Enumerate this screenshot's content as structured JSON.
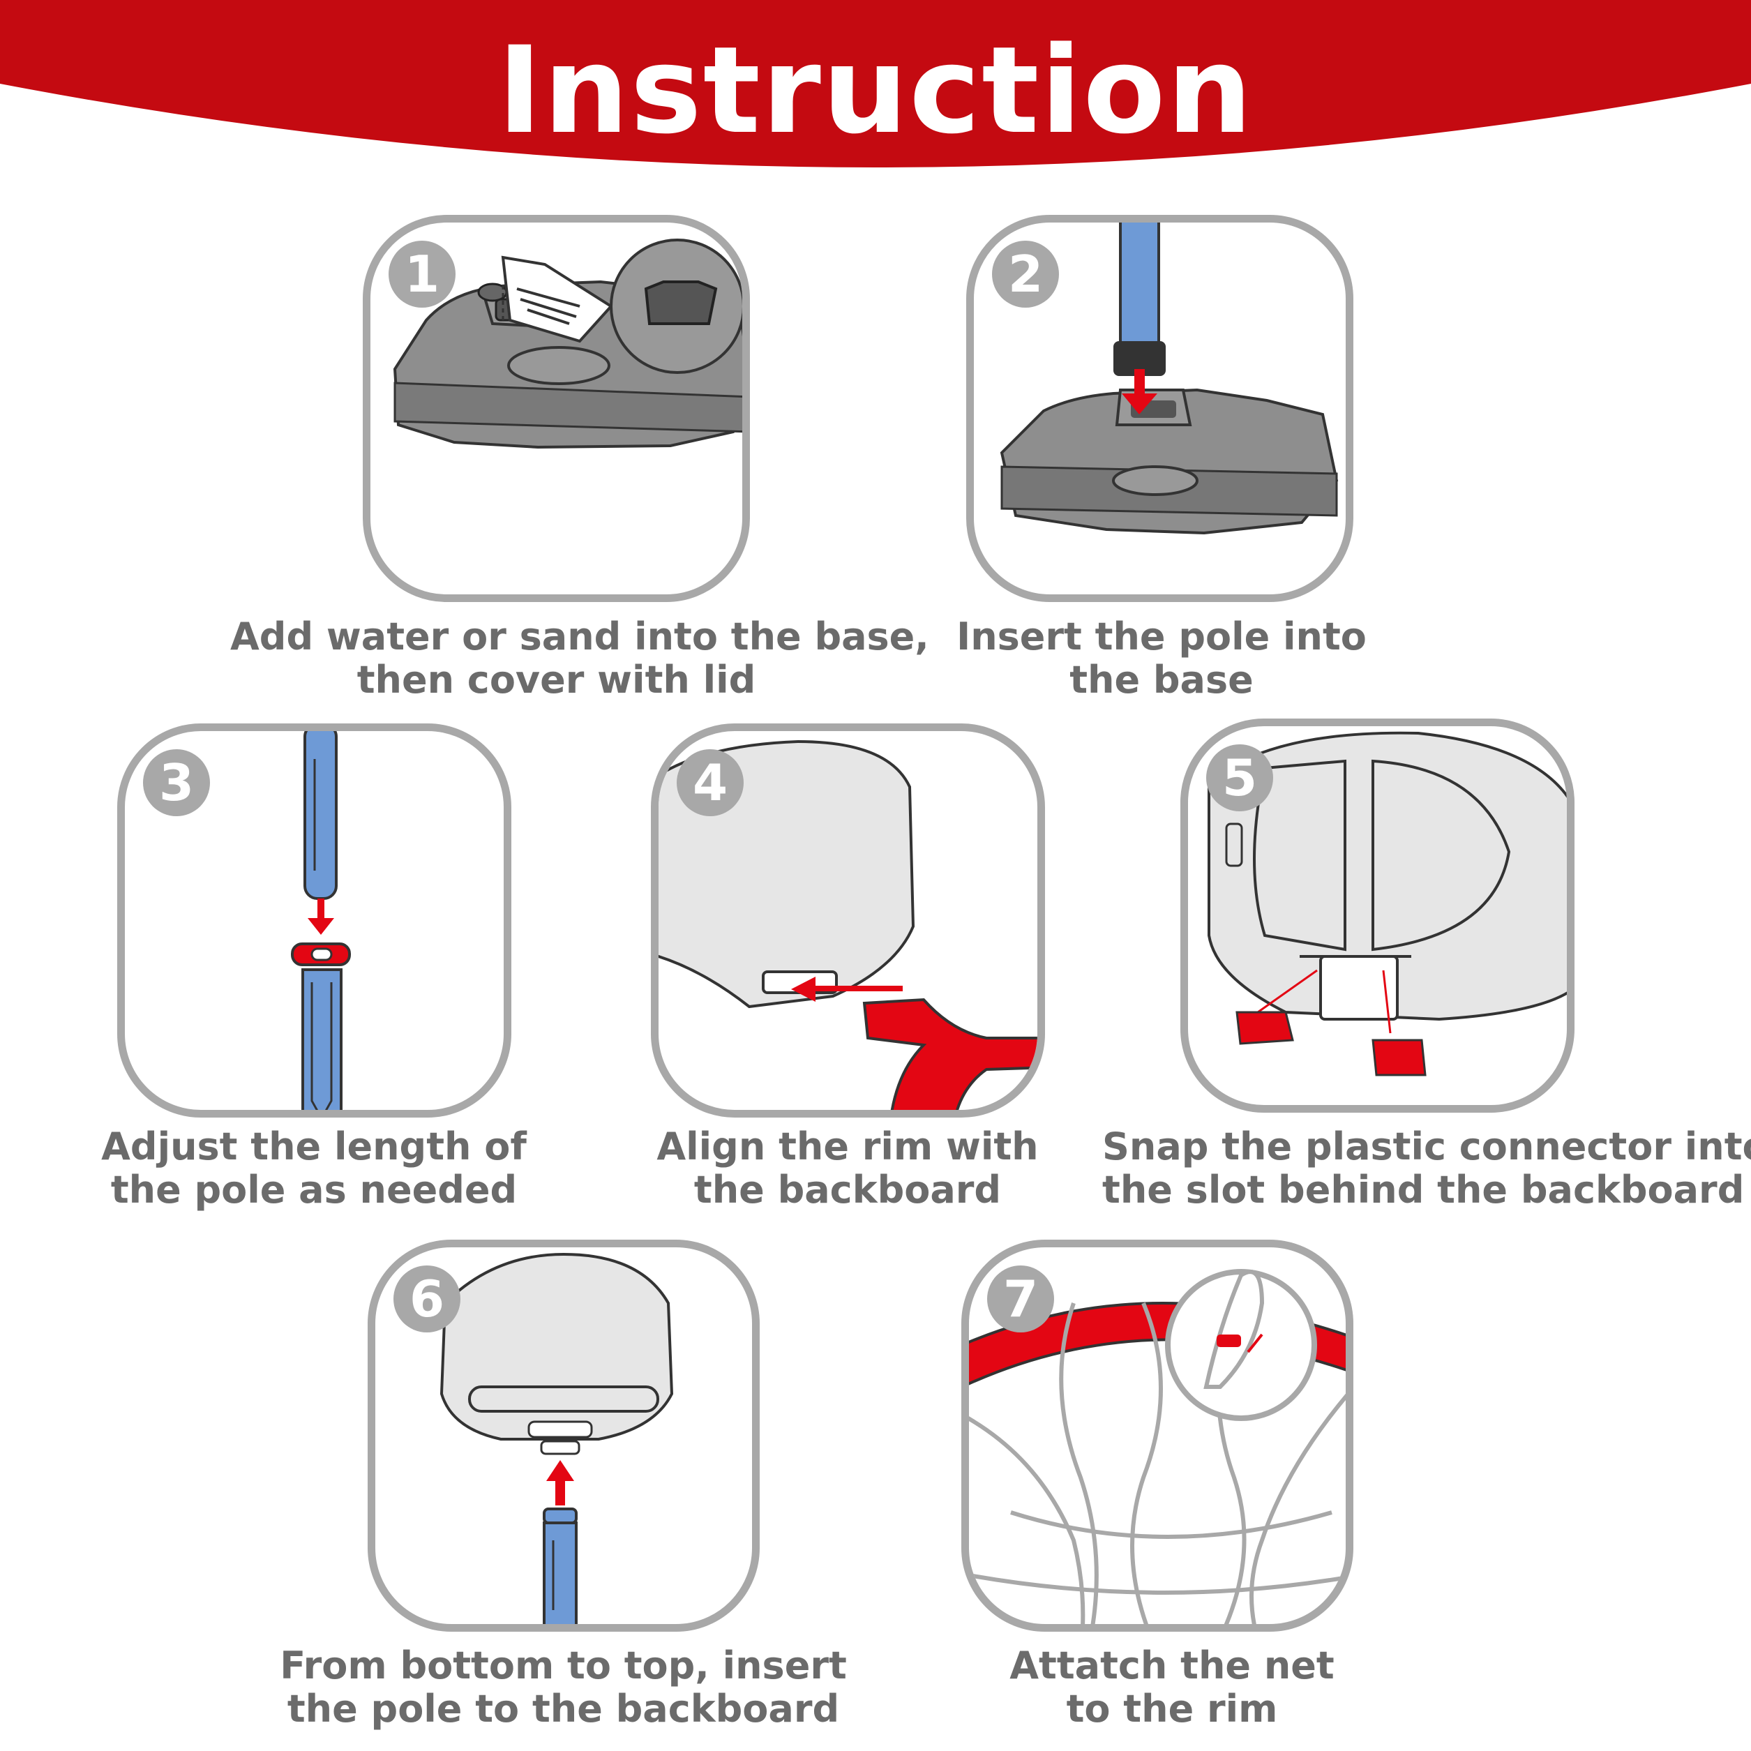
{
  "header": {
    "title": "Instruction"
  },
  "colors": {
    "banner_red": "#c40a11",
    "accent_red": "#e30613",
    "pole_blue": "#6e9ad6",
    "base_gray": "#8e8e8e",
    "panel_border": "#a8a8a8",
    "caption_gray": "#6b6b6b"
  },
  "steps": [
    {
      "number": "1",
      "illustration": "base-fill-icon",
      "caption": [
        "Add water or sand into the base,",
        "then cover with lid"
      ]
    },
    {
      "number": "2",
      "illustration": "insert-pole-icon",
      "caption": [
        "Insert the pole into",
        "the base"
      ]
    },
    {
      "number": "3",
      "illustration": "adjust-pole-icon",
      "caption": [
        "Adjust the length of",
        "the pole as needed"
      ]
    },
    {
      "number": "4",
      "illustration": "align-rim-icon",
      "caption": [
        "Align the rim with",
        "the backboard"
      ]
    },
    {
      "number": "5",
      "illustration": "snap-connector-icon",
      "caption": [
        "Snap the plastic connector into",
        "the slot behind the backboard"
      ]
    },
    {
      "number": "6",
      "illustration": "pole-to-backboard-icon",
      "caption": [
        "From bottom to top, insert",
        "the pole to the backboard"
      ]
    },
    {
      "number": "7",
      "illustration": "attach-net-icon",
      "caption": [
        "Attatch the net",
        "to the rim"
      ]
    }
  ]
}
